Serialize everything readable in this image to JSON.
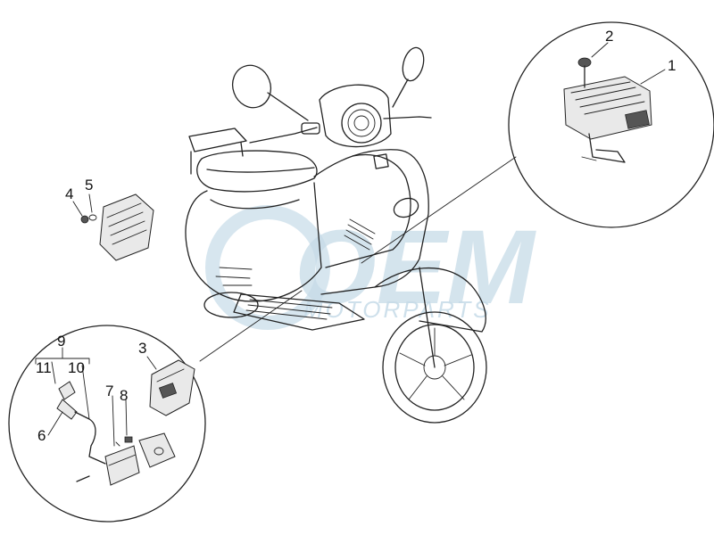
{
  "watermark": {
    "brand": "OEM",
    "tagline": "MOTORPARTS"
  },
  "callouts": {
    "c1": "1",
    "c2": "2",
    "c3": "3",
    "c4": "4",
    "c5": "5",
    "c6": "6",
    "c7": "7",
    "c8": "8",
    "c9": "9",
    "c10": "10",
    "c11": "11"
  },
  "colors": {
    "line": "#222222",
    "watermark": "#c6dbe8",
    "background": "#ffffff"
  }
}
